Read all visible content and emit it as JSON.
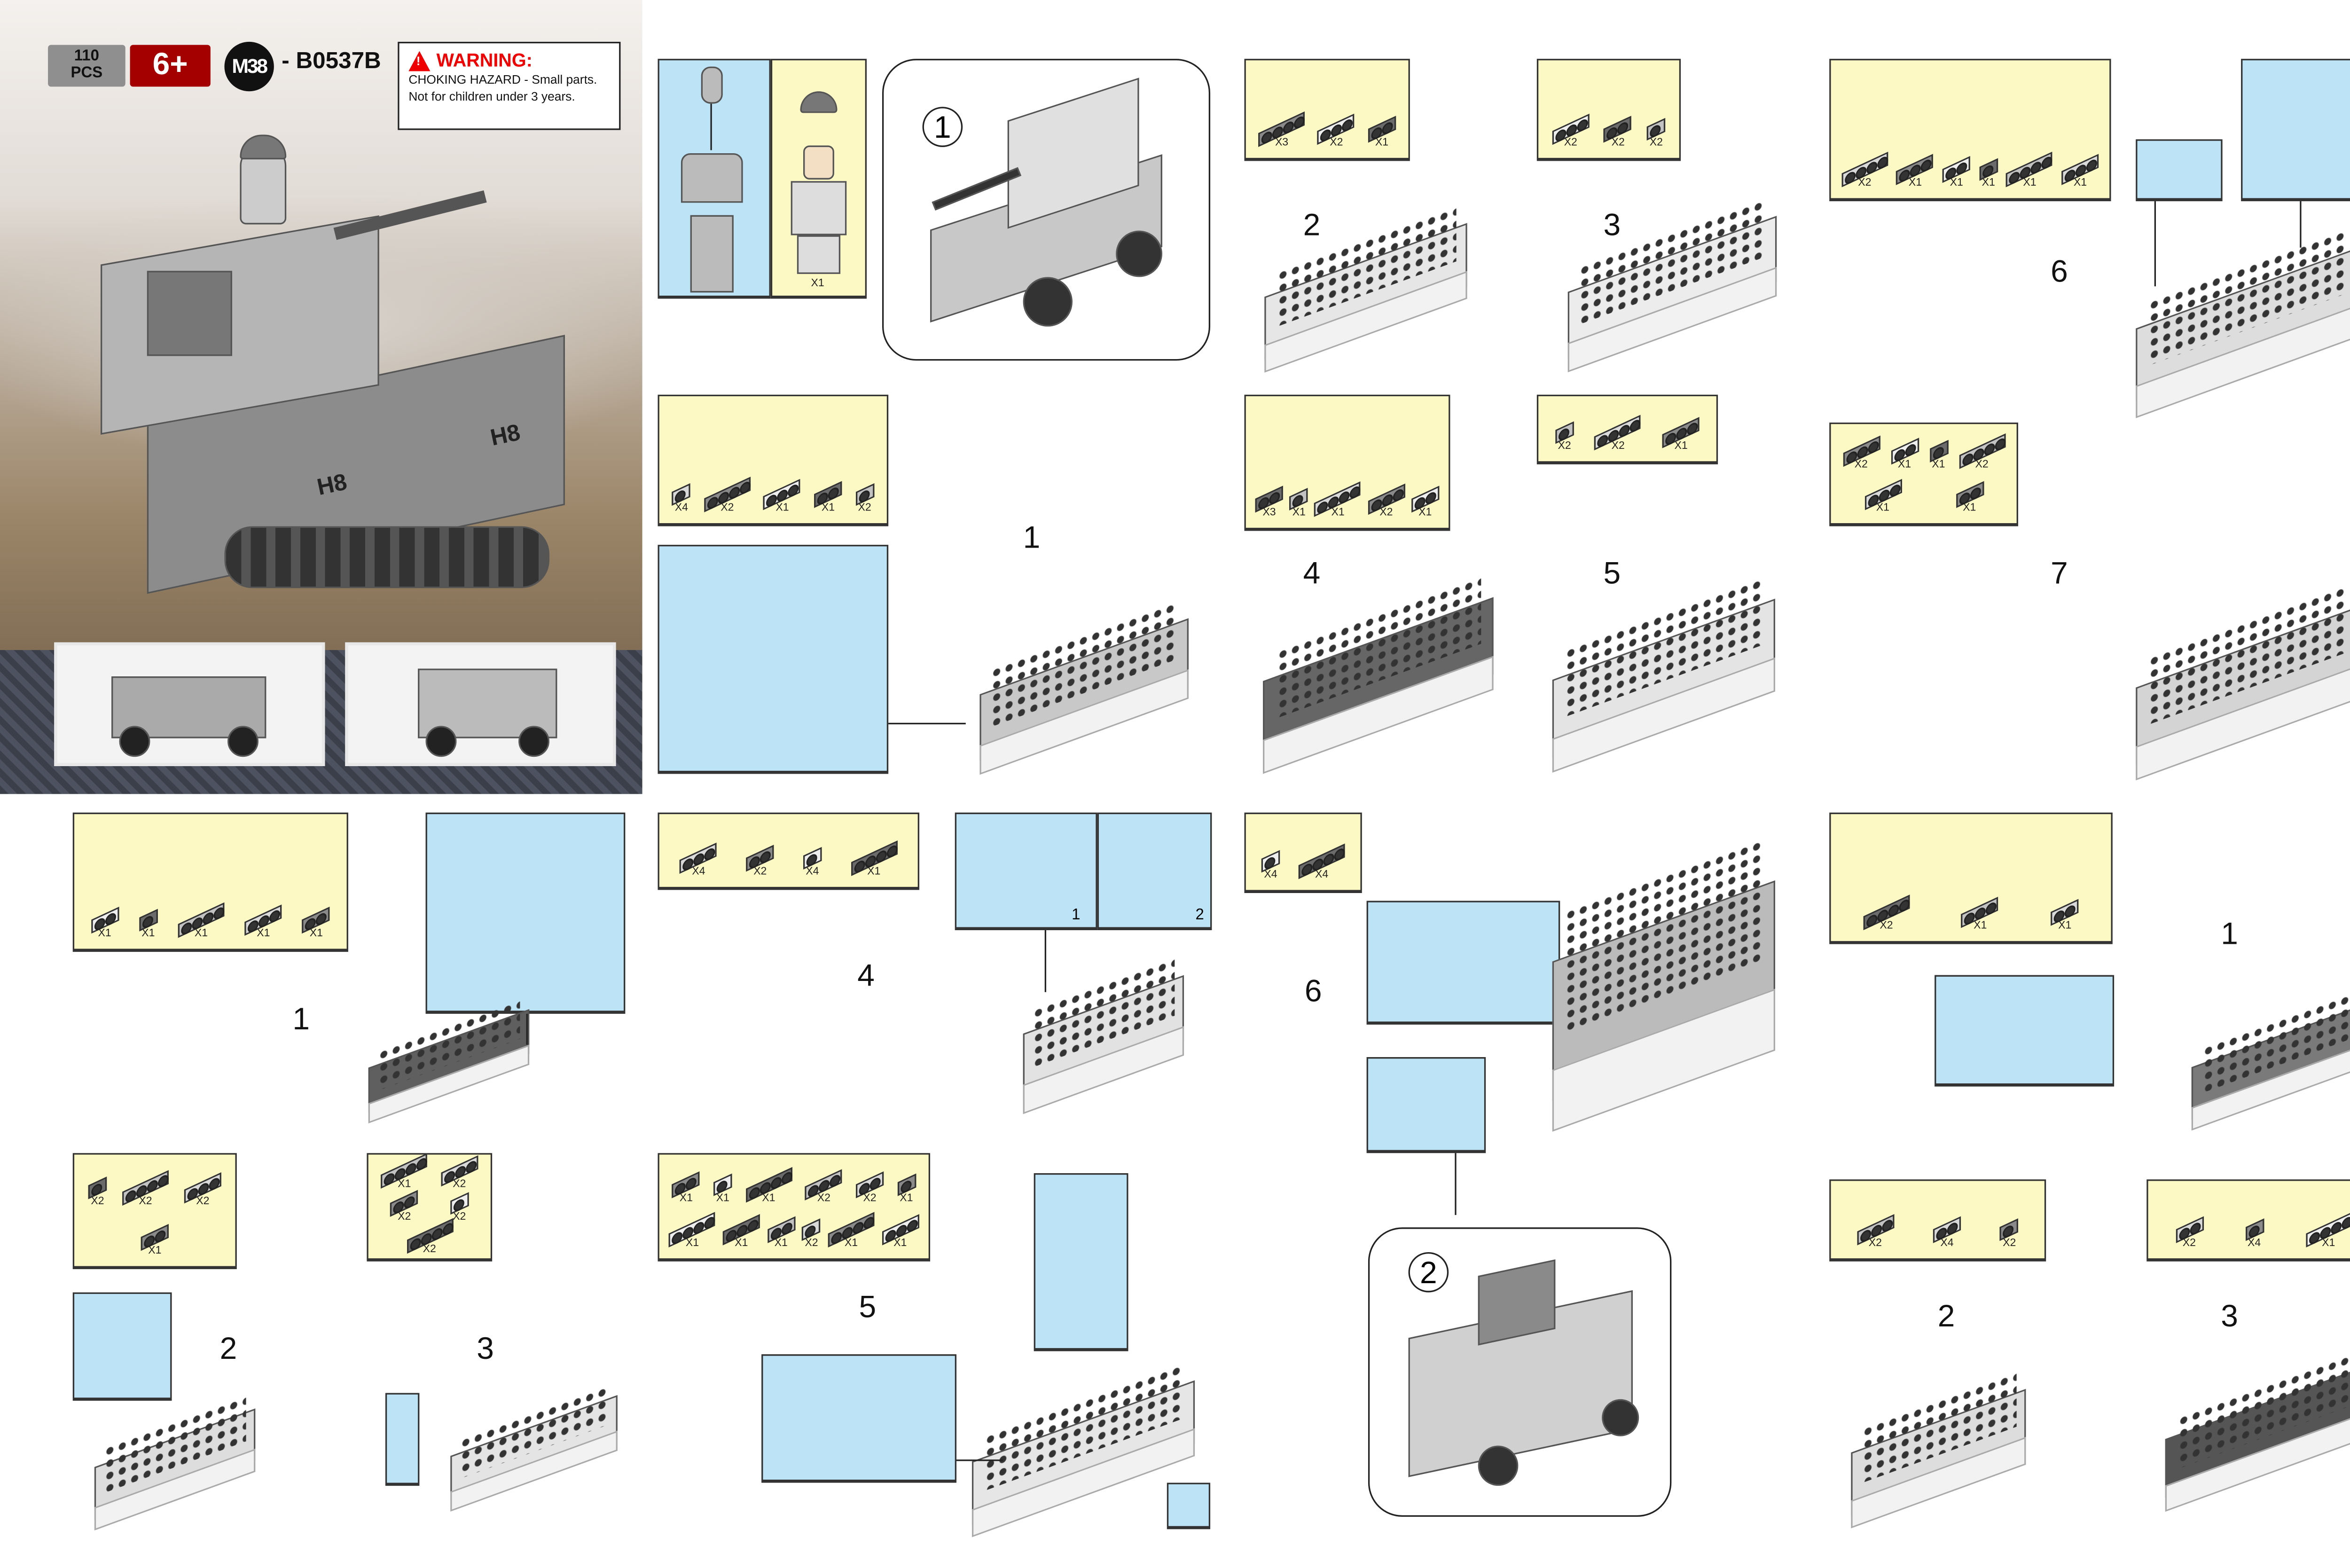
{
  "header": {
    "pieces": "110",
    "pieces_unit": "PCS",
    "age": "6+",
    "series": "M38",
    "separator": "-",
    "model_number": "B0537B",
    "warning_title": "WARNING:",
    "warning_line1": "CHOKING HAZARD - Small parts.",
    "warning_line2": "Not for children under 3 years.",
    "vehicle_marking": "H8",
    "vehicle_marking_2": "H8"
  },
  "colors": {
    "parts_bg": "#fdf9c4",
    "subassembly_bg": "#bde3f7",
    "age_badge": "#a40000",
    "warning": "#e00000"
  },
  "minifig": {
    "count": "X1"
  },
  "model_labels": {
    "model1": "1",
    "model2": "2"
  },
  "sub_labels": {
    "a": "1",
    "b": "2"
  },
  "steps": [
    {
      "id": "v1s1",
      "label": "1"
    },
    {
      "id": "v1s2",
      "label": "2"
    },
    {
      "id": "v1s3",
      "label": "3"
    },
    {
      "id": "v1s4",
      "label": "4"
    },
    {
      "id": "v1s5",
      "label": "5"
    },
    {
      "id": "v1s6",
      "label": "6"
    },
    {
      "id": "v1s7",
      "label": "7"
    },
    {
      "id": "v2s1",
      "label": "1"
    },
    {
      "id": "v2s2",
      "label": "2"
    },
    {
      "id": "v2s3",
      "label": "3"
    },
    {
      "id": "v2s4",
      "label": "4"
    },
    {
      "id": "v2s5",
      "label": "5"
    },
    {
      "id": "v2s6",
      "label": "6"
    },
    {
      "id": "v3s1",
      "label": "1"
    },
    {
      "id": "v3s2",
      "label": "2"
    },
    {
      "id": "v3s3",
      "label": "3"
    }
  ],
  "parts_boxes": [
    {
      "id": "p_v1s1",
      "counts": [
        "X4",
        "X2",
        "X1",
        "X1",
        "X2"
      ]
    },
    {
      "id": "p_v1s2",
      "counts": [
        "X3",
        "X2",
        "X1"
      ]
    },
    {
      "id": "p_v1s3",
      "counts": [
        "X2",
        "X2",
        "X2"
      ]
    },
    {
      "id": "p_v1s4",
      "counts": [
        "X3",
        "X1",
        "X1",
        "X2",
        "X1"
      ]
    },
    {
      "id": "p_v1s5",
      "counts": [
        "X2",
        "X2",
        "X1"
      ]
    },
    {
      "id": "p_v1s6",
      "counts": [
        "X2",
        "X1",
        "X1",
        "X1",
        "X1",
        "X1"
      ]
    },
    {
      "id": "p_v1s7",
      "counts": [
        "X2",
        "X1",
        "X1",
        "X2",
        "X1",
        "X1"
      ]
    },
    {
      "id": "p_v2s1",
      "counts": [
        "X1",
        "X1",
        "X1",
        "X1",
        "X1"
      ]
    },
    {
      "id": "p_v2s2",
      "counts": [
        "X2",
        "X2",
        "X2",
        "X1"
      ]
    },
    {
      "id": "p_v2s3",
      "counts": [
        "X1",
        "X2",
        "X2",
        "X2",
        "X2"
      ]
    },
    {
      "id": "p_v2s4",
      "counts": [
        "X4",
        "X2",
        "X4",
        "X1"
      ]
    },
    {
      "id": "p_v2s5",
      "counts": [
        "X1",
        "X1",
        "X1",
        "X2",
        "X2",
        "X1",
        "X1",
        "X1",
        "X1",
        "X2",
        "X1",
        "X1"
      ]
    },
    {
      "id": "p_v2s6",
      "counts": [
        "X4",
        "X4"
      ]
    },
    {
      "id": "p_v3s1",
      "counts": [
        "X2",
        "X1",
        "X1"
      ]
    },
    {
      "id": "p_v3s2",
      "counts": [
        "X2",
        "X4",
        "X2"
      ]
    },
    {
      "id": "p_v3s3",
      "counts": [
        "X2",
        "X4",
        "X1"
      ]
    }
  ]
}
